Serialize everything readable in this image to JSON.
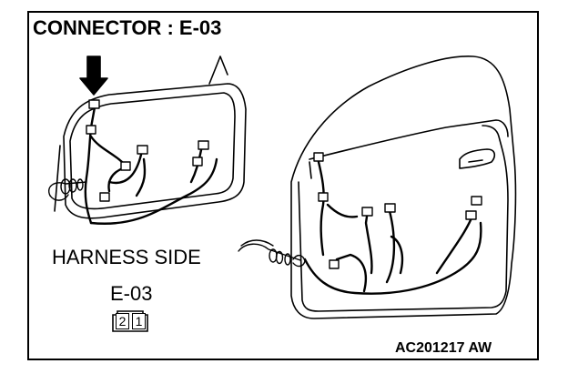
{
  "title": "CONNECTOR : E-03",
  "harness_side_label": "HARNESS SIDE",
  "connector_id": "E-03",
  "pins": [
    "2",
    "1"
  ],
  "figure_code": "AC201217 AW",
  "colors": {
    "line": "#000000",
    "background": "#ffffff"
  }
}
